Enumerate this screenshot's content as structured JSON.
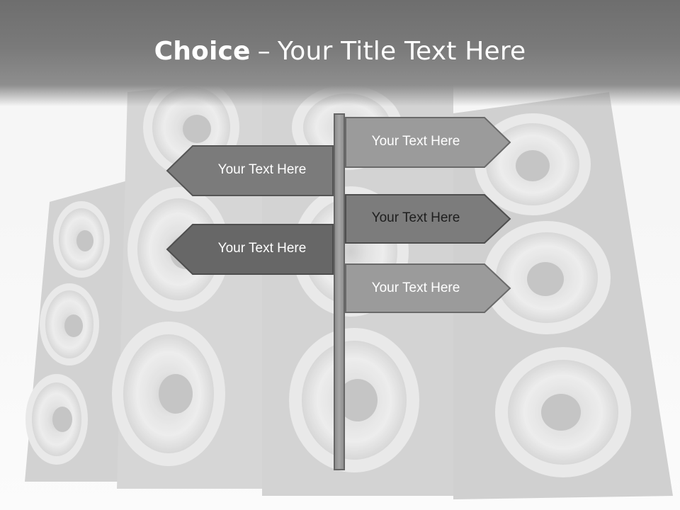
{
  "slide": {
    "title_bold": "Choice",
    "title_separator": "–",
    "title_rest": "Your Title Text Here"
  },
  "signs": {
    "left_top": "Your Text Here",
    "left_bottom": "Your Text Here",
    "right_1": "Your Text Here",
    "right_2": "Your Text Here",
    "right_3": "Your Text Here"
  },
  "colors": {
    "title_bar": "#7a7a7a",
    "sign_light": "#9a9a9a",
    "sign_mid": "#7b7b7b",
    "sign_dark": "#686868",
    "sign_border": "#5a5a5a",
    "pole": "#a0a0a0"
  },
  "background": "speaker cabinets (grayscale)"
}
